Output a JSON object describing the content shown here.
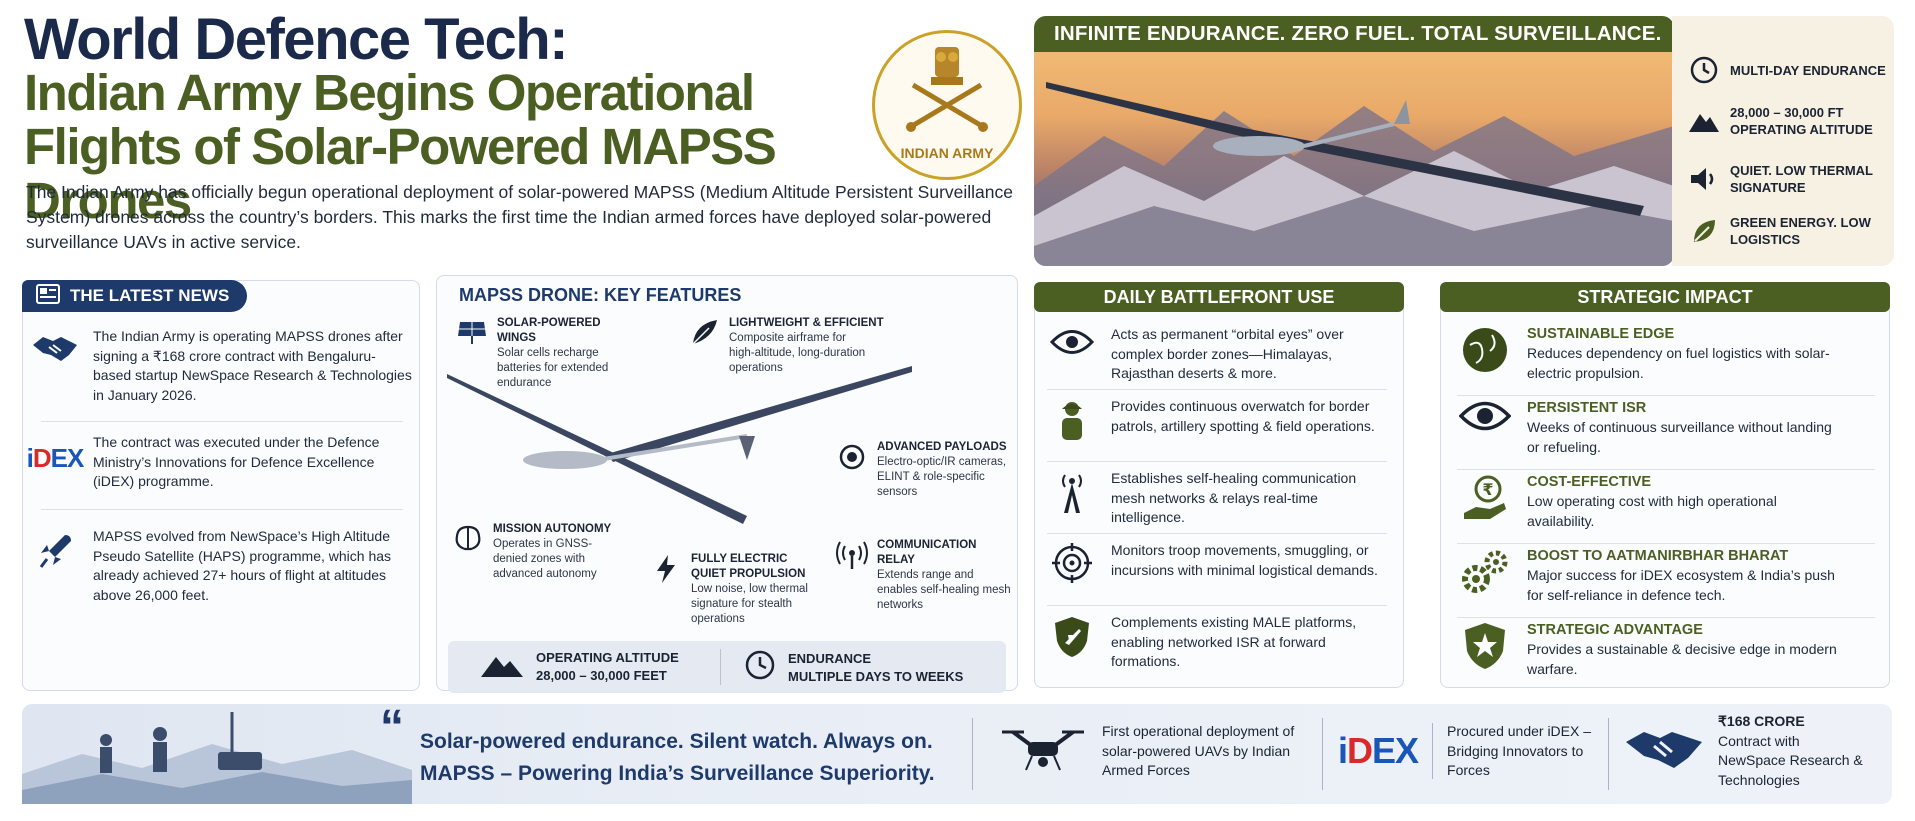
{
  "header": {
    "title_line1": "World Defence Tech:",
    "title_line2": "Indian Army Begins Operational Flights of Solar-Powered MAPSS Drones",
    "intro": "The Indian Army has officially begun operational deployment of solar-powered MAPSS (Medium Altitude Persistent Surveillance System) drones across the country’s borders. This marks the first time the Indian armed forces have deployed solar-powered surveillance UAVs in active service.",
    "emblem_label": "INDIAN ARMY"
  },
  "hero": {
    "banner": "INFINITE ENDURANCE. ZERO FUEL. TOTAL SURVEILLANCE.",
    "side_items": [
      {
        "icon": "clock-icon",
        "text": "MULTI-DAY ENDURANCE"
      },
      {
        "icon": "mountain-icon",
        "text": "28,000 – 30,000 FT OPERATING ALTITUDE"
      },
      {
        "icon": "speaker-icon",
        "text": "QUIET. LOW THERMAL SIGNATURE"
      },
      {
        "icon": "leaf-icon",
        "text": "GREEN ENERGY. LOW LOGISTICS"
      }
    ]
  },
  "news": {
    "heading": "THE LATEST NEWS",
    "items": [
      {
        "icon": "handshake-icon",
        "text": "The Indian Army is operating MAPSS drones after signing a ₹168 crore contract with Bengaluru-based startup NewSpace Research & Technologies in January 2026."
      },
      {
        "icon": "idex-logo",
        "logo": "iDEX",
        "text": "The contract was executed under the Defence Ministry’s Innovations for Defence Excellence (iDEX) programme."
      },
      {
        "icon": "rocket-icon",
        "text": "MAPSS evolved from NewSpace’s High Altitude Pseudo Satellite (HAPS) programme, which has already achieved 27+ hours of flight at altitudes above 26,000 feet."
      }
    ]
  },
  "features": {
    "heading": "MAPSS DRONE: KEY FEATURES",
    "items": [
      {
        "icon": "solar-panel-icon",
        "title": "SOLAR-POWERED WINGS",
        "desc": "Solar cells recharge batteries for extended endurance"
      },
      {
        "icon": "feather-icon",
        "title": "LIGHTWEIGHT & EFFICIENT",
        "desc": "Composite airframe for high-altitude, long-duration operations"
      },
      {
        "icon": "camera-icon",
        "title": "ADVANCED PAYLOADS",
        "desc": "Electro-optic/IR cameras, ELINT & role-specific sensors"
      },
      {
        "icon": "brain-icon",
        "title": "MISSION AUTONOMY",
        "desc": "Operates in GNSS-denied zones with advanced autonomy"
      },
      {
        "icon": "bolt-icon",
        "title": "FULLY ELECTRIC QUIET PROPULSION",
        "desc": "Low noise, low thermal signature for stealth operations"
      },
      {
        "icon": "antenna-icon",
        "title": "COMMUNICATION RELAY",
        "desc": "Extends range and enables self-healing mesh networks"
      }
    ],
    "stats": [
      {
        "icon": "mountain-icon",
        "label": "OPERATING ALTITUDE",
        "value": "28,000 – 30,000 FEET"
      },
      {
        "icon": "clock-icon",
        "label": "ENDURANCE",
        "value": "MULTIPLE DAYS TO WEEKS"
      }
    ]
  },
  "daily": {
    "heading": "DAILY BATTLEFRONT USE",
    "items": [
      {
        "icon": "eye-icon",
        "text": "Acts as permanent “orbital eyes” over complex border zones—Himalayas, Rajasthan deserts & more."
      },
      {
        "icon": "soldier-icon",
        "text": "Provides continuous overwatch for border patrols, artillery spotting & field operations."
      },
      {
        "icon": "tower-icon",
        "text": "Establishes self-healing communication mesh networks & relays real-time intelligence."
      },
      {
        "icon": "target-icon",
        "text": "Monitors troop movements, smuggling, or incursions with minimal logistical demands."
      },
      {
        "icon": "shield-plane-icon",
        "text": "Complements existing MALE platforms, enabling networked ISR at forward formations."
      }
    ]
  },
  "impact": {
    "heading": "STRATEGIC IMPACT",
    "items": [
      {
        "icon": "globe-leaf-icon",
        "title": "SUSTAINABLE EDGE",
        "desc": "Reduces dependency on fuel logistics with solar-electric propulsion."
      },
      {
        "icon": "eye-icon",
        "title": "PERSISTENT ISR",
        "desc": "Weeks of continuous surveillance without landing or refueling."
      },
      {
        "icon": "rupee-hand-icon",
        "title": "COST-EFFECTIVE",
        "desc": "Low operating cost with high operational availability."
      },
      {
        "icon": "gears-icon",
        "title": "BOOST TO AATMANIRBHAR BHARAT",
        "desc": "Major success for iDEX ecosystem & India’s push for self-reliance in defence tech."
      },
      {
        "icon": "shield-star-icon",
        "title": "STRATEGIC ADVANTAGE",
        "desc": "Provides a sustainable & decisive edge in modern warfare."
      }
    ]
  },
  "footer": {
    "quote_mark": "“",
    "quote_line1": "Solar-powered endurance. Silent watch. Always on.",
    "quote_line2": "MAPSS – Powering India’s Surveillance Superiority.",
    "items": [
      {
        "icon": "drone-icon",
        "text": "First operational deployment of solar-powered UAVs by Indian Armed Forces"
      },
      {
        "icon": "idex-logo",
        "logo": "iDEX",
        "text": "Procured under iDEX – Bridging Innovators to Forces"
      },
      {
        "icon": "handshake-icon",
        "title": "₹168 CRORE",
        "text": "Contract with NewSpace Research & Technologies"
      }
    ]
  },
  "colors": {
    "navy": "#1e3a6b",
    "olive": "#4b5f22",
    "gold": "#c9a227",
    "idex_blue": "#1a56b8",
    "idex_red": "#d92a2a"
  }
}
